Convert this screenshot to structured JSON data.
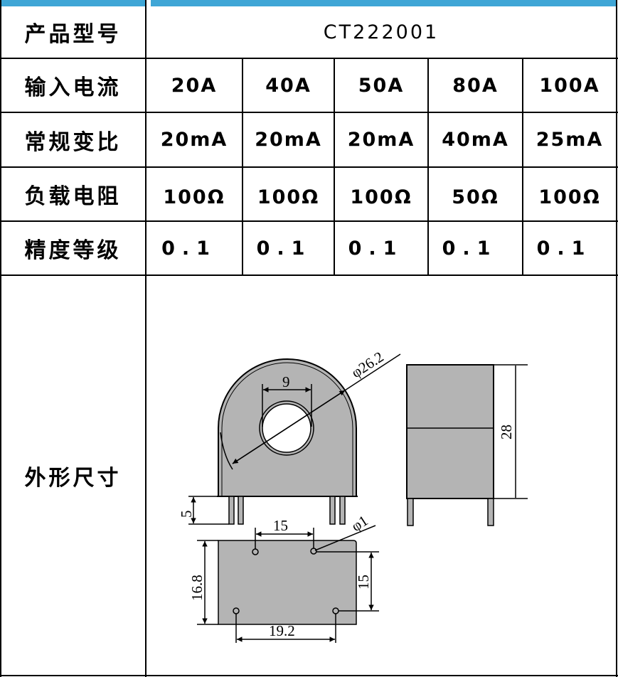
{
  "colors": {
    "accent_bar": "#3fa6d6",
    "part_fill": "#b4b4b4"
  },
  "rows": [
    {
      "label": "产品型号",
      "values": [
        "CT222001"
      ]
    },
    {
      "label": "输入电流",
      "values": [
        "20A",
        "40A",
        "50A",
        "80A",
        "100A"
      ]
    },
    {
      "label": "常规变比",
      "values": [
        "20mA",
        "20mA",
        "20mA",
        "40mA",
        "25mA"
      ]
    },
    {
      "label": "负载电阻",
      "values": [
        "100Ω",
        "100Ω",
        "100Ω",
        "50Ω",
        "100Ω"
      ]
    },
    {
      "label": "精度等级",
      "values": [
        "0.1",
        "0.1",
        "0.1",
        "0.1",
        "0.1"
      ]
    }
  ],
  "drawing": {
    "label": "外形尺寸",
    "dims": {
      "outer_dia": "φ26.2",
      "hole": "9",
      "height": "28",
      "pin_len": "5",
      "pin_pitch_top": "15",
      "pin_dia": "φ1",
      "width_depth": "16.8",
      "pin_pitch_side": "15",
      "pin_span": "19.2"
    }
  }
}
